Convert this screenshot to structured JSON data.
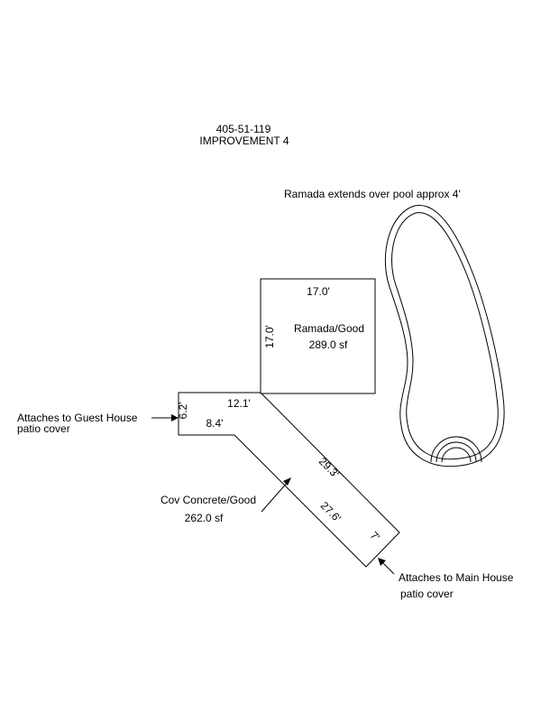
{
  "header": {
    "parcel_number": "405-51-119",
    "improvement_label": "IMPROVEMENT 4"
  },
  "notes": {
    "ramada_over_pool": "Ramada extends over pool approx 4'",
    "guest_house_line1": "Attaches to Guest House",
    "guest_house_line2": "patio cover",
    "main_house_line1": "Attaches to Main House",
    "main_house_line2": "patio cover"
  },
  "ramada": {
    "name": "Ramada/Good",
    "area": "289.0 sf",
    "dim_top": "17.0'",
    "dim_side": "17.0'"
  },
  "concrete": {
    "name": "Cov Concrete/Good",
    "area": "262.0 sf",
    "dim_top": "12.1'",
    "dim_left": "6.2'",
    "dim_bottom": "8.4'",
    "dim_diag_upper": "29.3'",
    "dim_diag_lower": "27.6'",
    "dim_end": "7'"
  }
}
